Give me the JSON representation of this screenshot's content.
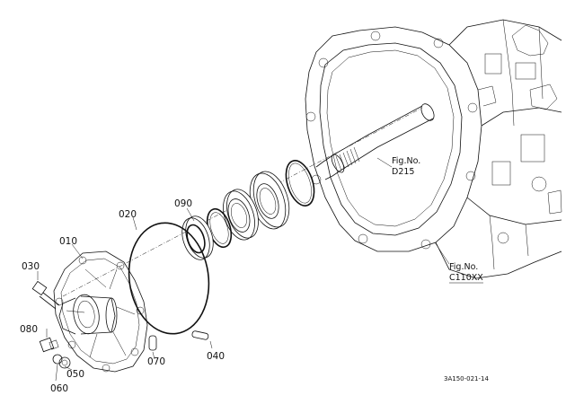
{
  "parts": {
    "p010": "010",
    "p020": "020",
    "p030": "030",
    "p040": "040",
    "p050": "050",
    "p060": "060",
    "p070": "070",
    "p080": "080",
    "p090": "090"
  },
  "references": {
    "d215_title": "Fig.No.",
    "d215_code": "D215",
    "c110_title": "Fig.No.",
    "c110_code": "C110XX"
  },
  "drawing_code": "3A150-021-14",
  "icons": [
    "transmission-case-drawing",
    "cover-drawing",
    "o-ring-drawing",
    "bearing-drawing",
    "seal-drawing"
  ]
}
